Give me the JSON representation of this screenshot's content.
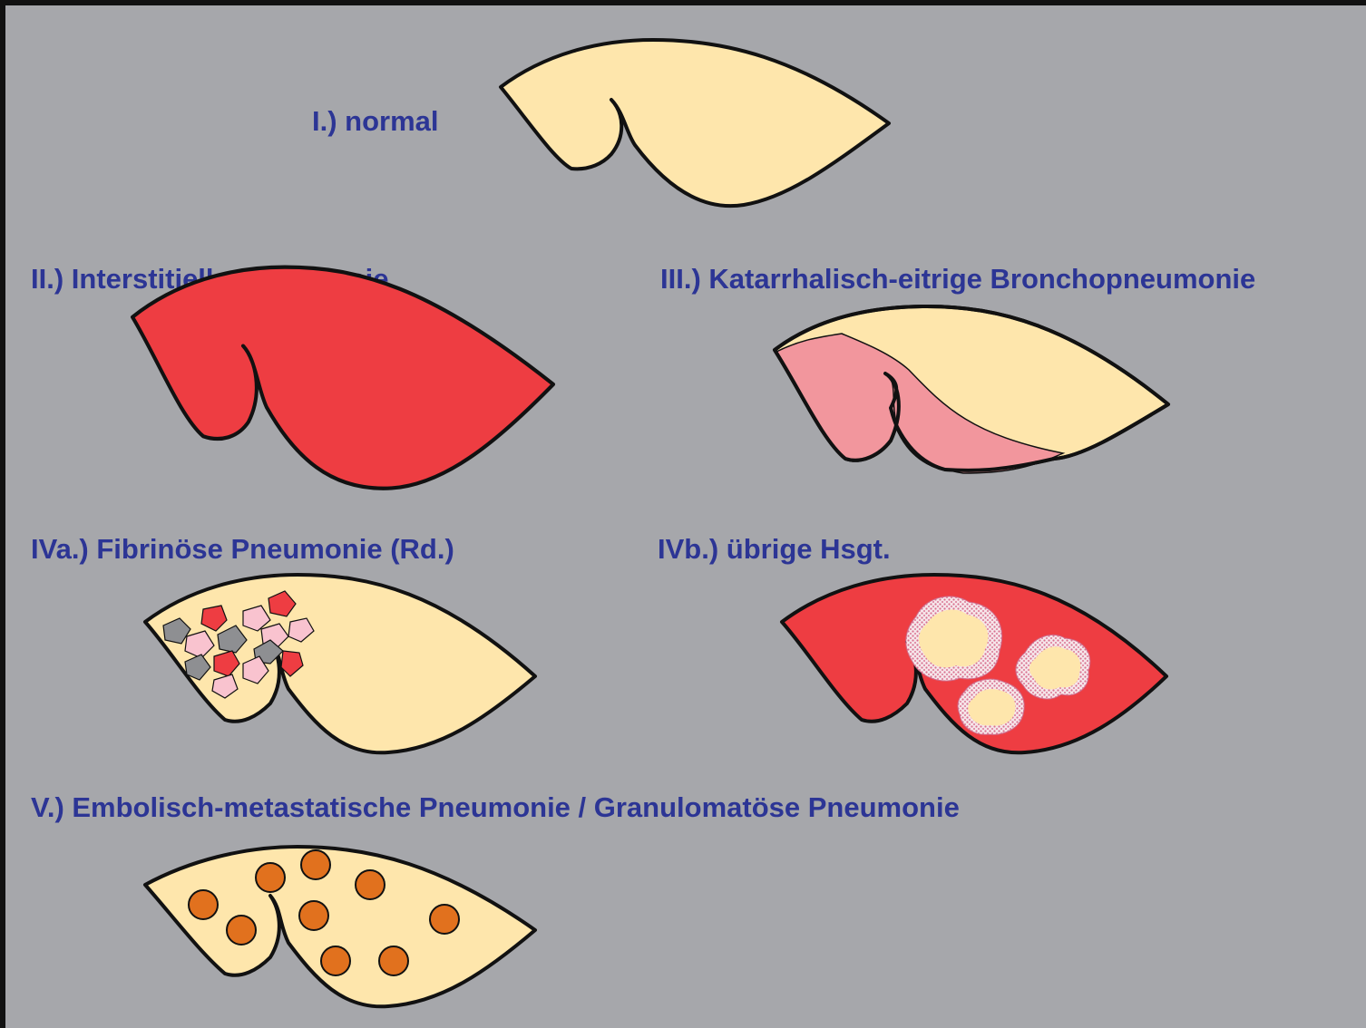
{
  "labels": {
    "i": "I.) normal",
    "ii": "II.) Interstitielle Pneumonie",
    "iii": "III.) Katarrhalisch-eitrige Bronchopneumonie",
    "iva": "IVa.) Fibrinöse Pneumonie (Rd.)",
    "ivb": "IVb.) übrige Hsgt.",
    "v": "V.) Embolisch-metastatische Pneumonie / Granulomatöse Pneumonie"
  },
  "colors": {
    "background": "#a6a7ab",
    "label_text": "#2c3595",
    "normal_tissue": "#fee6ac",
    "red_hepatization": "#ee3d42",
    "pink_consolidation": "#f2969d",
    "light_pink_patch": "#f9c3cf",
    "gray_patch": "#8e8f92",
    "orange_nodule": "#e1711e",
    "outline": "#111111"
  }
}
